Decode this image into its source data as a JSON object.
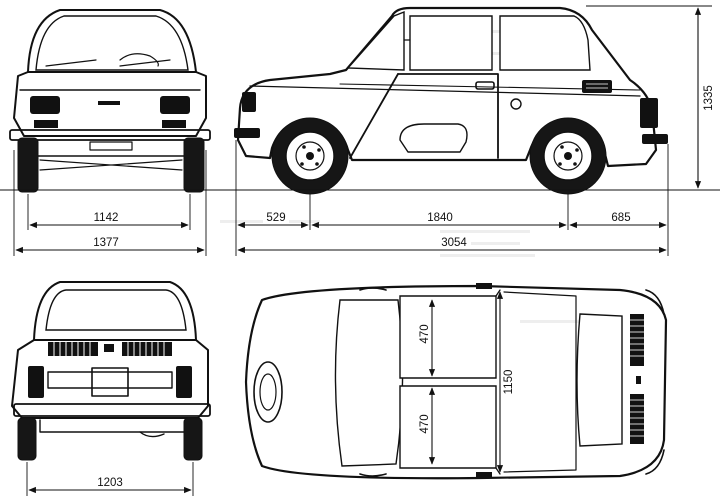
{
  "dimensions": {
    "front_track": "1142",
    "overall_width": "1377",
    "front_overhang": "529",
    "wheelbase": "1840",
    "rear_overhang": "685",
    "overall_length": "3054",
    "overall_height": "1335",
    "rear_track": "1203",
    "front_seat_length": "470",
    "rear_seat_length": "470",
    "interior_width": "1150"
  },
  "colors": {
    "ink": "#111111",
    "paper": "#ffffff"
  }
}
